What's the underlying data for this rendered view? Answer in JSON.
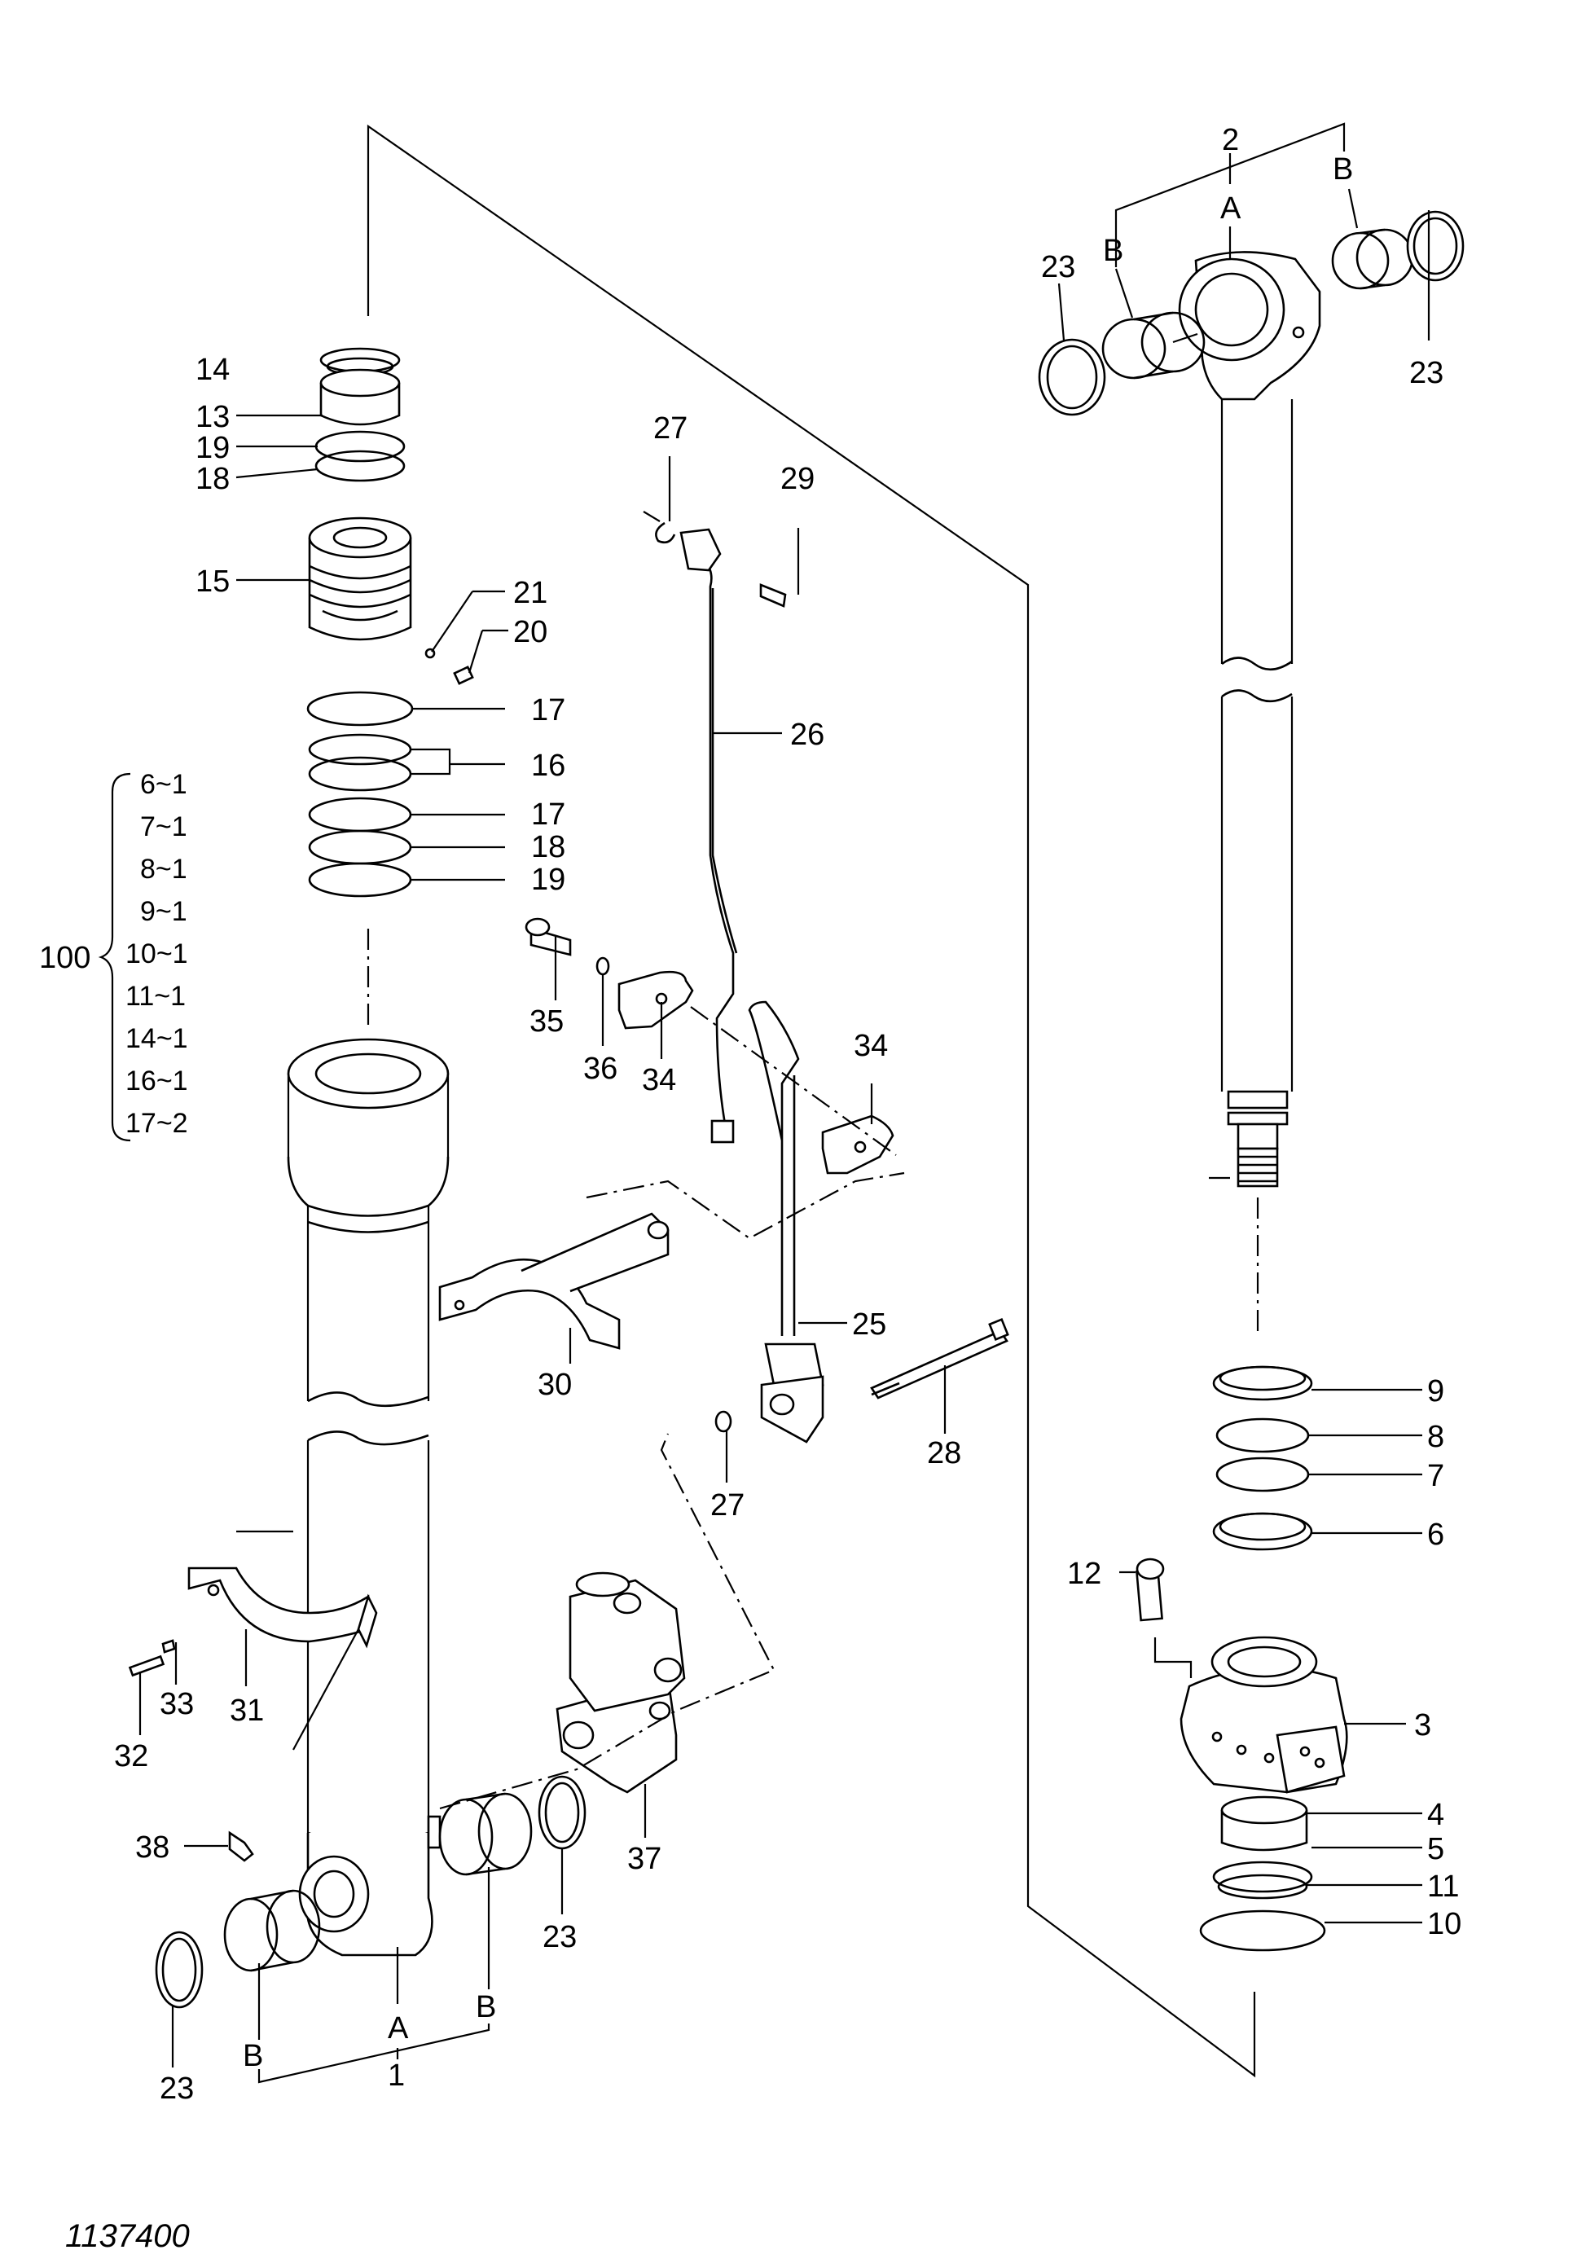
{
  "figure_id": "1137400",
  "callouts": {
    "c1": "1",
    "c2": "2",
    "c3": "3",
    "c4": "4",
    "c5": "5",
    "c6": "6",
    "c7": "7",
    "c8": "8",
    "c9": "9",
    "c10": "10",
    "c11": "11",
    "c12": "12",
    "c13": "13",
    "c14": "14",
    "c15": "15",
    "c16": "16",
    "c17a": "17",
    "c17b": "17",
    "c18a": "18",
    "c18b": "18",
    "c19a": "19",
    "c19b": "19",
    "c20": "20",
    "c21": "21",
    "c23a": "23",
    "c23b": "23",
    "c23c": "23",
    "c23d": "23",
    "c25": "25",
    "c26": "26",
    "c27a": "27",
    "c27b": "27",
    "c28": "28",
    "c29": "29",
    "c30": "30",
    "c31": "31",
    "c32": "32",
    "c33": "33",
    "c34a": "34",
    "c34b": "34",
    "c35": "35",
    "c36": "36",
    "c37": "37",
    "c38": "38",
    "A1": "A",
    "A2": "A",
    "B1": "B",
    "B2": "B",
    "B3": "B",
    "B4": "B"
  },
  "kit": {
    "label": "100",
    "items": [
      "6~1",
      "7~1",
      "8~1",
      "9~1",
      "10~1",
      "11~1",
      "14~1",
      "16~1",
      "17~2"
    ]
  }
}
